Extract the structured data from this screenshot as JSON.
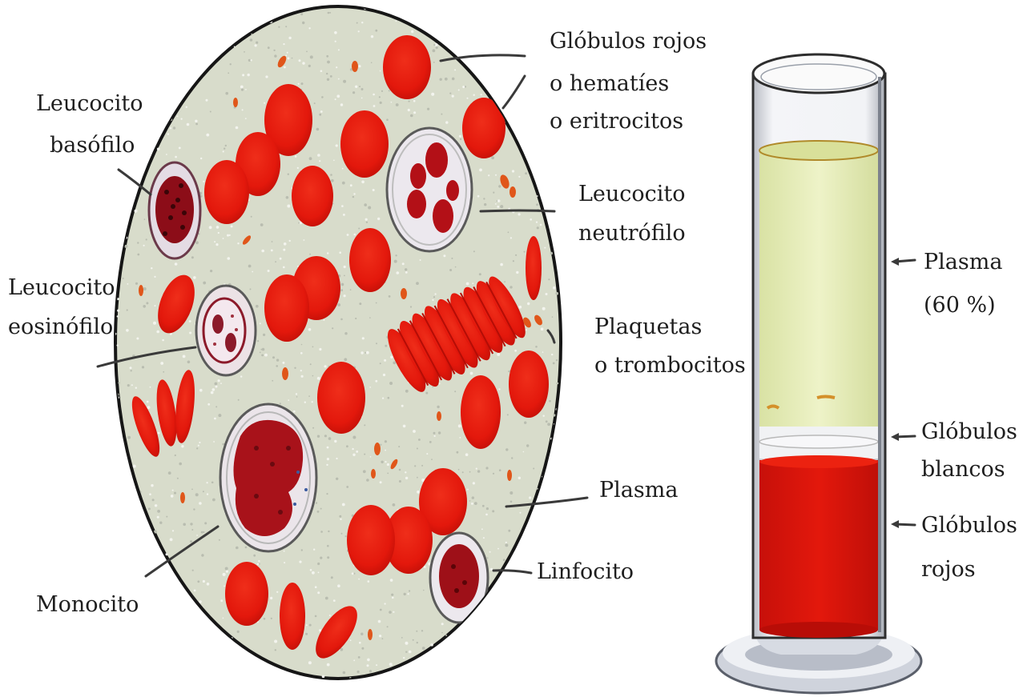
{
  "labels": {
    "globulos_rojos": [
      "Glóbulos rojos",
      "o hematíes",
      "o eritrocitos"
    ],
    "leucocito_basofilo": [
      "Leucocito",
      "basófilo"
    ],
    "leucocito_neutrofilo": [
      "Leucocito",
      "neutrófilo"
    ],
    "leucocito_eosinofilo": [
      "Leucocito",
      "eosinófilo"
    ],
    "plaquetas": [
      "Plaquetas",
      "o trombocitos"
    ],
    "plasma_circle": "Plasma",
    "linfocito": "Linfocito",
    "monocito": "Monocito",
    "plasma_tube": [
      "Plasma",
      "(60 %)"
    ],
    "globulos_blancos": [
      "Glóbulos",
      "blancos"
    ],
    "globulos_rojos_tube": [
      "Glóbulos",
      "rojos"
    ]
  },
  "colors": {
    "red_cell": "#e3180c",
    "plasma": "#e4ecb4",
    "smear_background": "#d8dccb",
    "wbc_nucleus": "#9a1018",
    "outline": "#1a1a1a"
  },
  "plasma_percent": 60
}
